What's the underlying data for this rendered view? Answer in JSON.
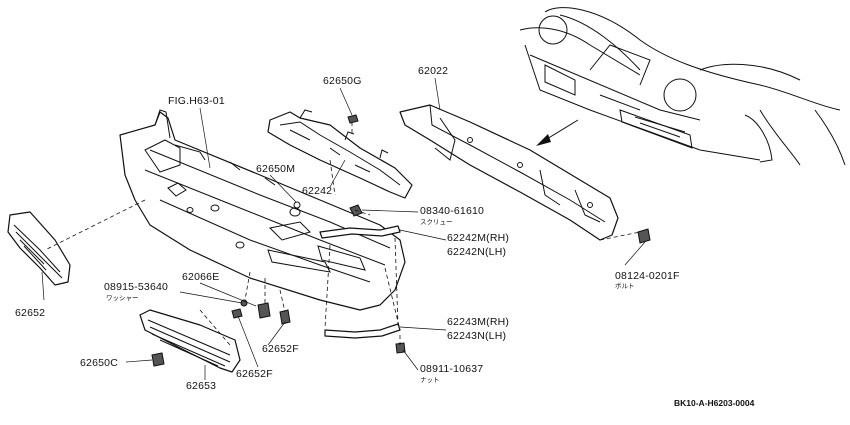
{
  "labels": {
    "fig_ref": "FIG.H63-01",
    "p62650g": "62650G",
    "p62022": "62022",
    "p62650m": "62650M",
    "p62242": "62242",
    "screw_no": "08340-61610",
    "screw_name": "スクリュー",
    "p62242m": "62242M(RH)",
    "p62242n": "62242N(LH)",
    "bolt_no": "08124-0201F",
    "bolt_name": "ボルト",
    "p62652": "62652",
    "p62066e": "62066E",
    "washer_no": "08915-53640",
    "washer_name": "ワッシャー",
    "p62243m": "62243M(RH)",
    "p62243n": "62243N(LH)",
    "p62652f_a": "62652F",
    "p62652f_b": "62652F",
    "nut_no": "08911-10637",
    "nut_name": "ナット",
    "p62650c": "62650C",
    "p62653": "62653",
    "drawing_code": "BK10-A-H6203-0004"
  }
}
